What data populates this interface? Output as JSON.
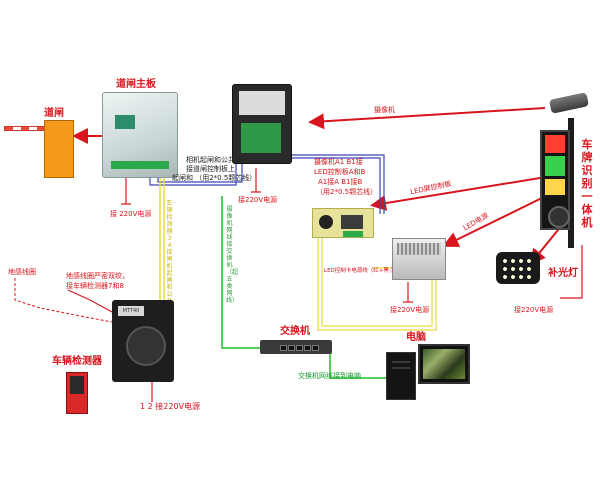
{
  "diagram": {
    "labels": {
      "main_board": "道闸主板",
      "barrier": "道闸",
      "camera": "摄像机",
      "led_control": "LED屏控制板",
      "led_power": "LED电源",
      "sign": "车牌识别一体机",
      "fill_light": "补光灯",
      "switch": "交换机",
      "computer": "电脑",
      "detector": "车辆检测器",
      "loop": "地感线圈",
      "loop_note_1": "地感线圈严密双绞，",
      "loop_note_2": "接车辆检测器7和8",
      "power_main": "接 220V电源",
      "power_ctrl": "接220V电源",
      "power_psu": "接220V电源",
      "power_sign": "接220V电源",
      "power_detector": "1 2 接220V电源",
      "relay_tag": "MTT40",
      "ctrl_note_1": "相机起闸和公共端",
      "ctrl_note_2": "接道闸控制板上",
      "ctrl_note_3": "起闸和 （用2*0.5颗芯线）",
      "cam_note_1": "摄像机A1 B1接",
      "cam_note_2": "LED控制板A和B",
      "cam_note_3": "A1接A B1接B",
      "cam_note_4": "（用2*0.5颗芯线）",
      "psu_note": "LED控制卡电源线（红+黑-）",
      "v_yellow": "车辆检测器3 4接闸机起闸和公共端",
      "v_green": "摄像机网线接交换机（超五类网线）",
      "pc_net": "交换机网线接到电脑"
    },
    "colors": {
      "red_wire": "#d8141c",
      "blue_wire": "#3b46b5",
      "green_wire": "#1fbf2a",
      "yellow_wire": "#e8dc3a",
      "text_red": "#d8141c"
    }
  }
}
